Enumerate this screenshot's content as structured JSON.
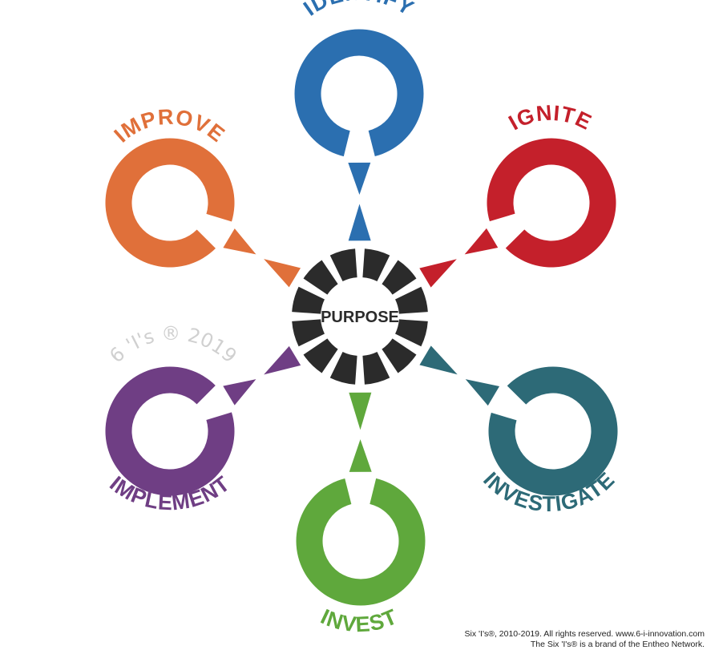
{
  "center": {
    "label": "PURPOSE",
    "color": "#2b2b2b"
  },
  "nodes": [
    {
      "id": "identify",
      "label": "IDENTIFY",
      "color": "#2b6fb0"
    },
    {
      "id": "ignite",
      "label": "IGNITE",
      "color": "#c4202b"
    },
    {
      "id": "investigate",
      "label": "INVESTIGATE",
      "color": "#2d6a77"
    },
    {
      "id": "invest",
      "label": "INVEST",
      "color": "#5fa83c"
    },
    {
      "id": "implement",
      "label": "IMPLEMENT",
      "color": "#6f3e84"
    },
    {
      "id": "improve",
      "label": "IMPROVE",
      "color": "#e0703a"
    }
  ],
  "watermark": "6 'I's ® 2019",
  "watermark_color": "#d0d0d0",
  "footer": {
    "line1": "Six 'I's®, 2010-2019. All rights reserved. www.6-i-innovation.com",
    "line2": "The Six 'I's® is a brand of the Entheo Network."
  }
}
